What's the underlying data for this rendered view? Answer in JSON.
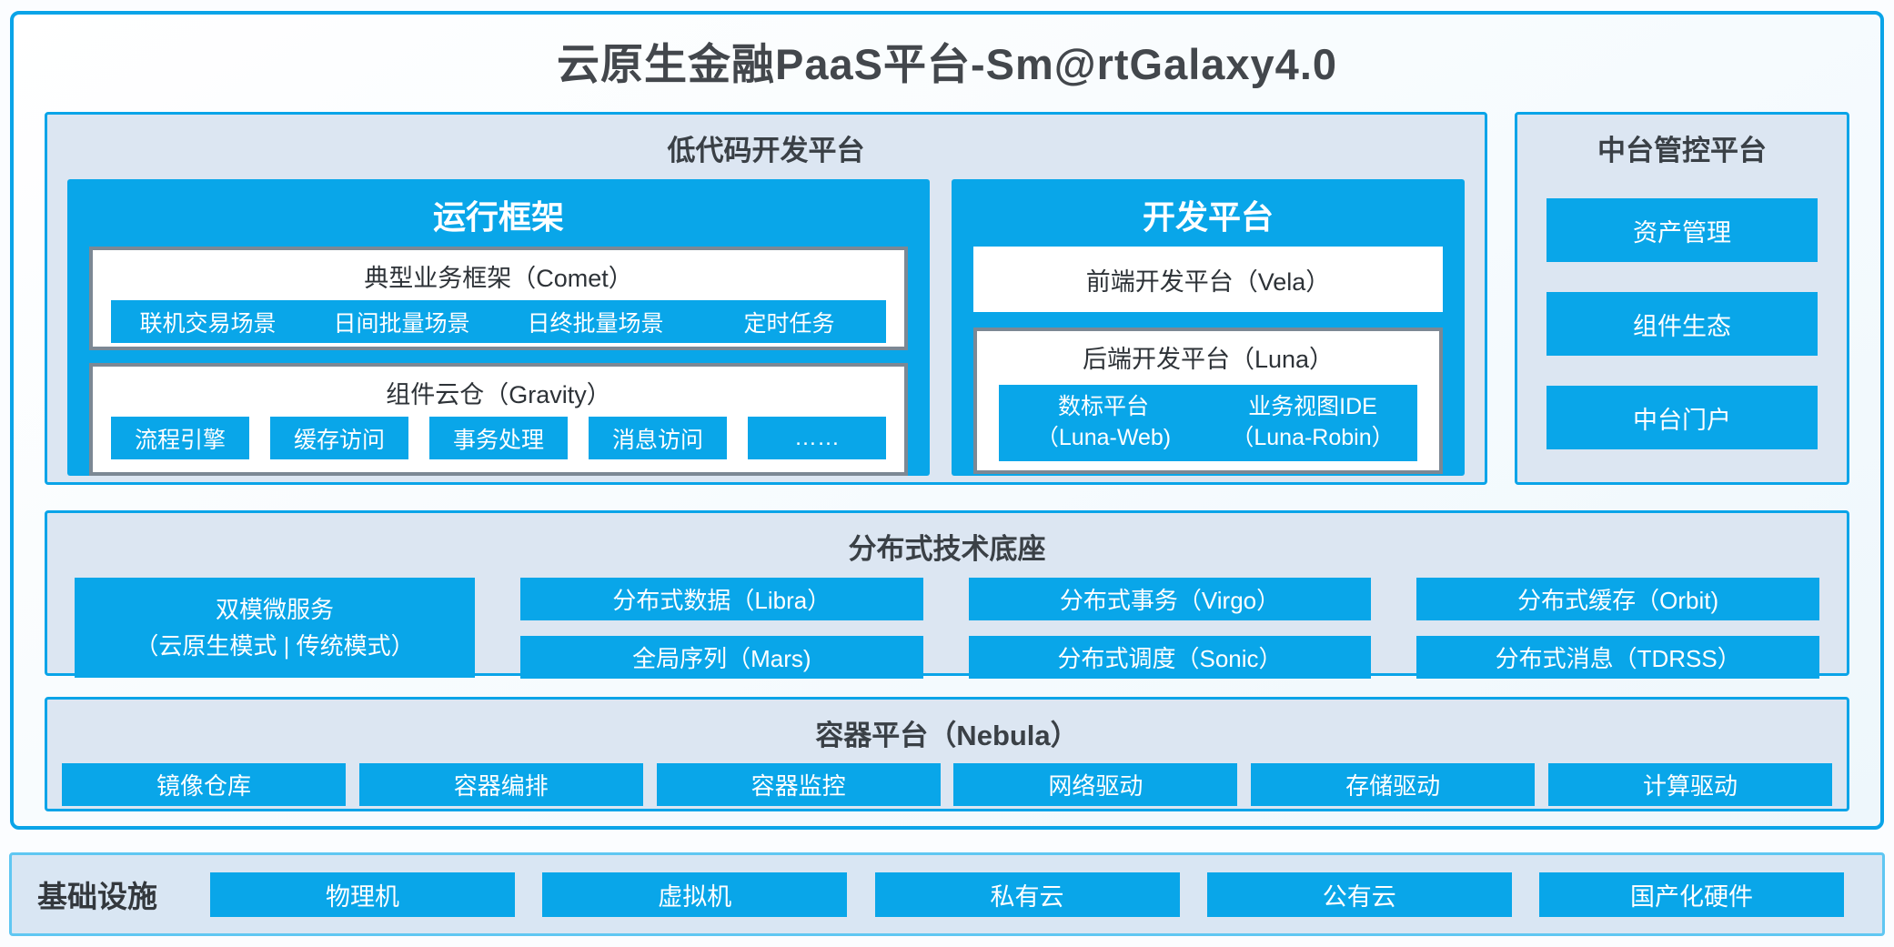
{
  "page_title": "云原生金融PaaS平台-Sm@rtGalaxy4.0",
  "colors": {
    "primary_blue": "#09a6e9",
    "border_blue": "#0aa4e8",
    "light_border_blue": "#5fc7f2",
    "section_bg": "#dce6f2",
    "grey_border": "#7c8894",
    "dark_text": "#3a4046"
  },
  "lowcode_platform": {
    "title": "低代码开发平台",
    "runtime_framework": {
      "title": "运行框架",
      "comet": {
        "title": "典型业务框架（Comet）",
        "items": [
          "联机交易场景",
          "日间批量场景",
          "日终批量场景",
          "定时任务"
        ]
      },
      "gravity": {
        "title": "组件云仓（Gravity）",
        "items": [
          "流程引擎",
          "缓存访问",
          "事务处理",
          "消息访问",
          "……"
        ]
      }
    },
    "dev_platform": {
      "title": "开发平台",
      "vela": "前端开发平台（Vela）",
      "luna": {
        "title": "后端开发平台（Luna）",
        "items": [
          {
            "line1": "数标平台",
            "line2": "（Luna-Web)"
          },
          {
            "line1": "业务视图IDE",
            "line2": "（Luna-Robin）"
          }
        ]
      }
    }
  },
  "mid_platform": {
    "title": "中台管控平台",
    "items": [
      "资产管理",
      "组件生态",
      "中台门户"
    ]
  },
  "distributed_base": {
    "title": "分布式技术底座",
    "dual_mode": {
      "line1": "双模微服务",
      "line2": "（云原生模式 | 传统模式）"
    },
    "columns": [
      [
        "分布式数据（Libra）",
        "全局序列（Mars)"
      ],
      [
        "分布式事务（Virgo）",
        "分布式调度（Sonic）"
      ],
      [
        "分布式缓存（Orbit)",
        "分布式消息（TDRSS）"
      ]
    ]
  },
  "container_platform": {
    "title": "容器平台（Nebula）",
    "items": [
      "镜像仓库",
      "容器编排",
      "容器监控",
      "网络驱动",
      "存储驱动",
      "计算驱动"
    ]
  },
  "infrastructure": {
    "title": "基础设施",
    "items": [
      "物理机",
      "虚拟机",
      "私有云",
      "公有云",
      "国产化硬件"
    ]
  }
}
